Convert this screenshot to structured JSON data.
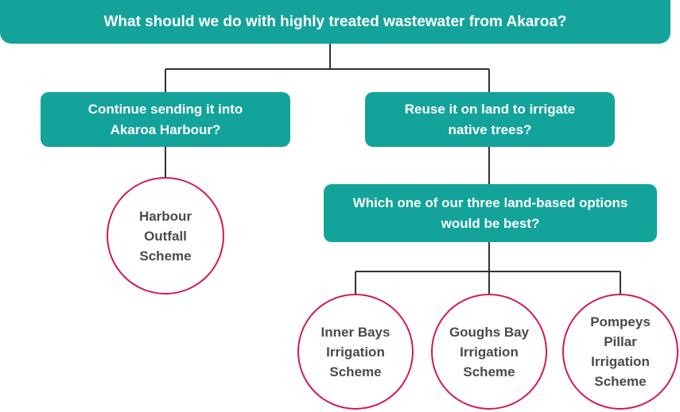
{
  "colors": {
    "box_fill": "#13a39a",
    "box_text": "#ffffff",
    "circle_border": "#d1195a",
    "circle_text": "#4a4a4a",
    "connector": "#333333"
  },
  "diagram": {
    "root_question": "What should we do with highly treated wastewater from Akaroa?",
    "option_harbour": "Continue sending it into\nAkaroa Harbour?",
    "option_land": "Reuse it on land to irrigate\nnative trees?",
    "land_question": "Which one of our three land-based options\nwould be best?",
    "schemes": {
      "harbour_outfall": "Harbour\nOutfall\nScheme",
      "inner_bays": "Inner Bays\nIrrigation\nScheme",
      "goughs_bay": "Goughs Bay\nIrrigation\nScheme",
      "pompeys_pillar": "Pompeys\nPillar\nIrrigation\nScheme"
    }
  }
}
